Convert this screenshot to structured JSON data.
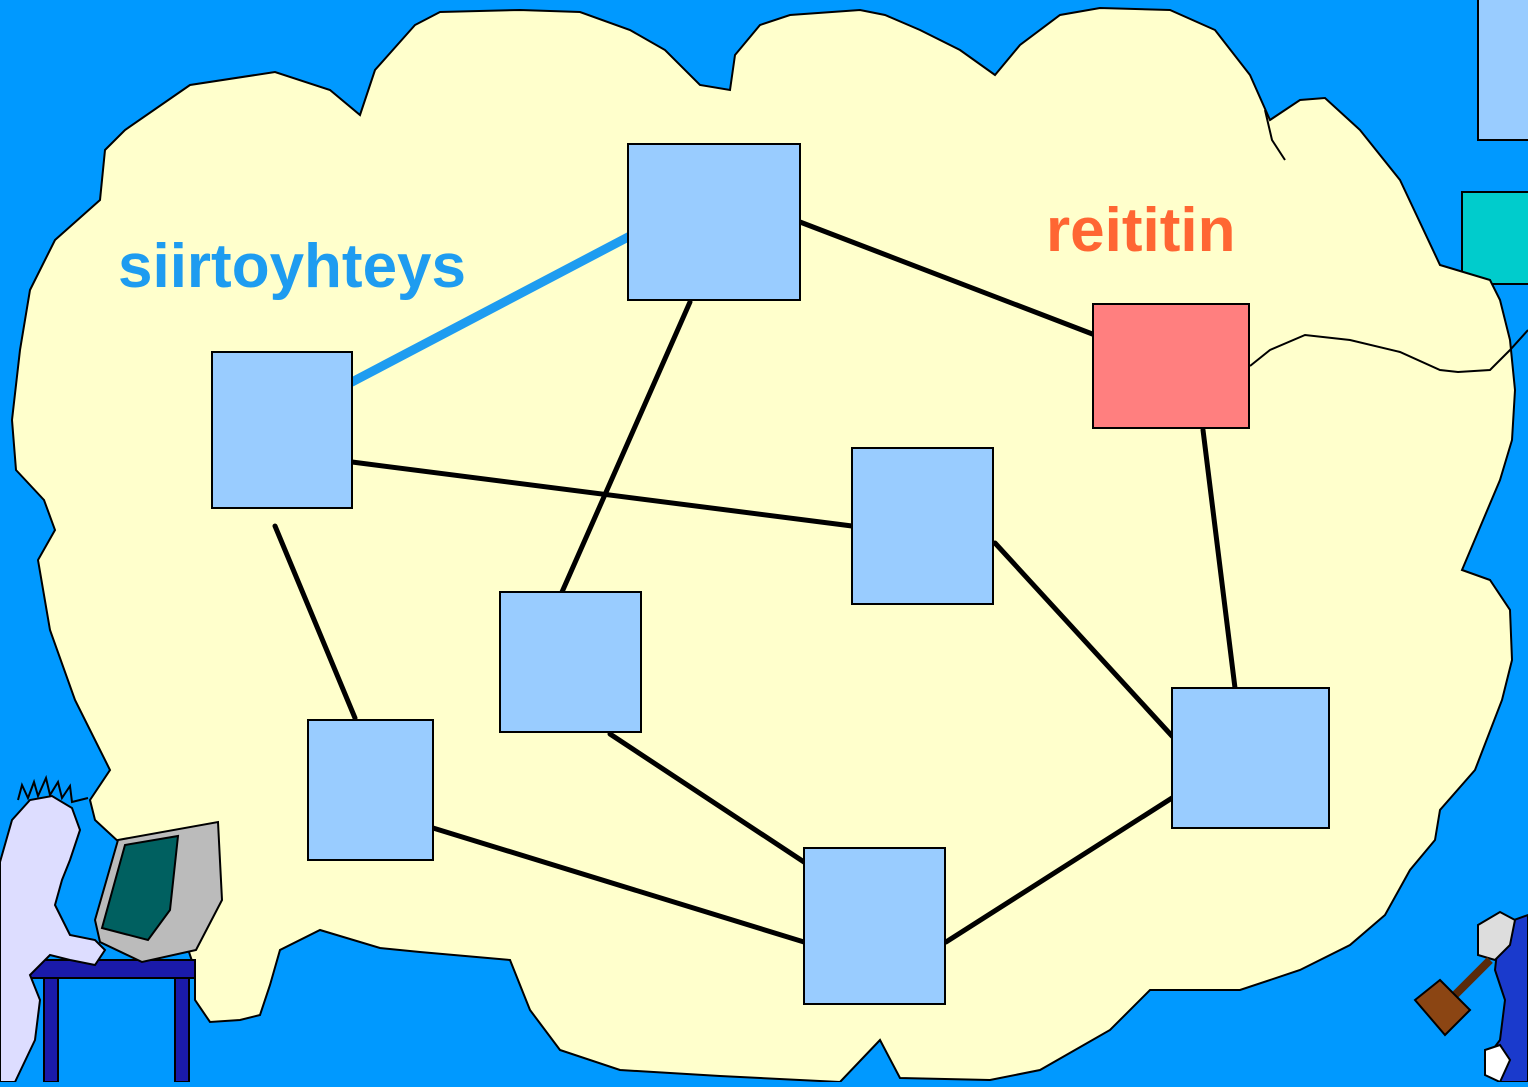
{
  "labels": {
    "link": "siirtoyhteys",
    "router": "reititin"
  },
  "colors": {
    "background": "#0099FF",
    "cloud": "#FFFFCC",
    "node": "#99CCFF",
    "router": "#FF7F7F",
    "link_highlight": "#1E9CF0",
    "link": "#000000",
    "link_label": "#1E9CF0",
    "router_label": "#FF6633"
  },
  "diagram": {
    "nodes": [
      "n1",
      "n2",
      "router",
      "n4",
      "n5",
      "n6",
      "n7",
      "n8",
      "n9"
    ],
    "links": [
      [
        "n1",
        "n2",
        "highlight"
      ],
      [
        "n2",
        "router"
      ],
      [
        "n2",
        "n5"
      ],
      [
        "n1",
        "n4"
      ],
      [
        "n1",
        "n6"
      ],
      [
        "router",
        "n7"
      ],
      [
        "n4",
        "n7"
      ],
      [
        "n5",
        "n8"
      ],
      [
        "n6",
        "n8"
      ],
      [
        "n7",
        "n8"
      ]
    ]
  },
  "clipart": [
    "user-at-computer-icon",
    "person-with-hammer-icon"
  ]
}
